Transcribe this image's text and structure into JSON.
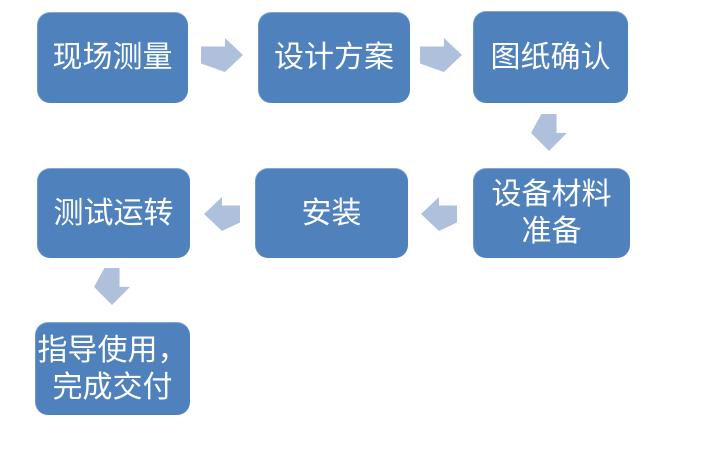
{
  "diagram": {
    "colors": {
      "node_fill": "#4F81BD",
      "node_text": "#FFFFFF",
      "arrow_fill": "#AFC0DC",
      "background": "#FFFFFF"
    },
    "nodes": [
      {
        "id": "onsite-measurement",
        "lines": [
          "现场测量"
        ]
      },
      {
        "id": "design-plan",
        "lines": [
          "设计方案"
        ]
      },
      {
        "id": "drawing-confirmation",
        "lines": [
          "图纸确认"
        ]
      },
      {
        "id": "equipment-material-preparation",
        "lines": [
          "设备材料",
          "准备"
        ]
      },
      {
        "id": "installation",
        "lines": [
          "安装"
        ]
      },
      {
        "id": "test-operation",
        "lines": [
          "测试运转"
        ]
      },
      {
        "id": "guide-use-complete-delivery",
        "lines": [
          "指导使用，",
          "完成交付"
        ]
      }
    ],
    "arrows": [
      {
        "from": "onsite-measurement",
        "to": "design-plan",
        "direction": "right"
      },
      {
        "from": "design-plan",
        "to": "drawing-confirmation",
        "direction": "right"
      },
      {
        "from": "drawing-confirmation",
        "to": "equipment-material-preparation",
        "direction": "down"
      },
      {
        "from": "equipment-material-preparation",
        "to": "installation",
        "direction": "left"
      },
      {
        "from": "installation",
        "to": "test-operation",
        "direction": "left"
      },
      {
        "from": "test-operation",
        "to": "guide-use-complete-delivery",
        "direction": "down"
      }
    ]
  }
}
